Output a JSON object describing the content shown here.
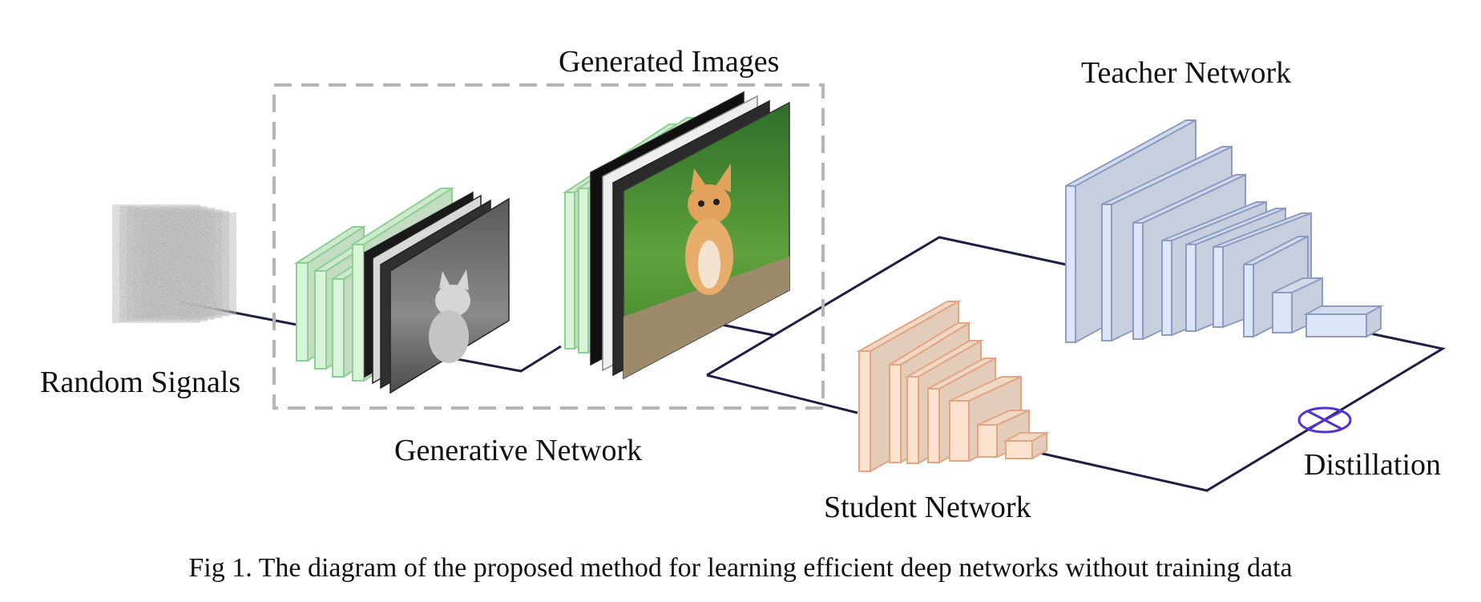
{
  "labels": {
    "random_signals": "Random Signals",
    "generated_images": "Generated Images",
    "generative_network": "Generative Network",
    "teacher_network": "Teacher Network",
    "student_network": "Student Network",
    "distillation": "Distillation"
  },
  "caption": "Fig 1. The diagram of the proposed method for learning efficient deep networks without training data",
  "colors": {
    "generator_layer": "#d9f5d9",
    "generator_edge": "#8fcf93",
    "teacher_layer": "#dde6f8",
    "teacher_edge": "#8e9cc2",
    "student_layer": "#fce3cf",
    "student_edge": "#e3a583",
    "connector": "#1f1f45",
    "distill_symbol": "#5533cc",
    "dashed_box": "#b5b5b5"
  },
  "icons": {
    "random_signal": "noise-stack-icon",
    "generated_image": "kitten-photo-icon",
    "distillation": "circled-times-icon"
  }
}
